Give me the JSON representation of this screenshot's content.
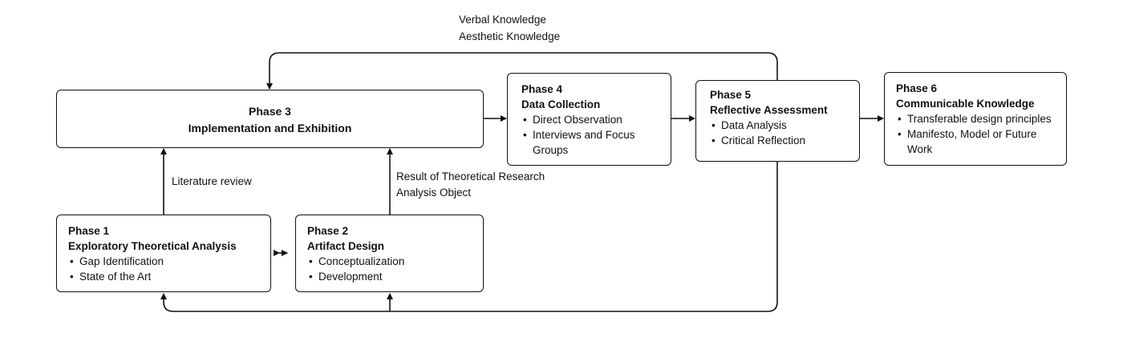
{
  "diagram": {
    "top_loop_labels": [
      "Verbal Knowledge",
      "Aesthetic Knowledge"
    ],
    "literature_review_label": "Literature review",
    "theoretical_result_labels": [
      "Result of Theoretical Research",
      "Analysis Object"
    ],
    "phase3": {
      "title": "Phase 3",
      "subtitle": "Implementation and Exhibition"
    },
    "phase1": {
      "title": "Phase 1",
      "subtitle": "Exploratory Theoretical Analysis",
      "items": [
        "Gap Identification",
        "State of the Art"
      ]
    },
    "phase2": {
      "title": "Phase 2",
      "subtitle": "Artifact Design",
      "items": [
        "Conceptualization",
        "Development"
      ]
    },
    "phase4": {
      "title": "Phase 4",
      "subtitle": "Data Collection",
      "items": [
        "Direct Observation",
        "Interviews and Focus Groups"
      ]
    },
    "phase5": {
      "title": "Phase 5",
      "subtitle": "Reflective Assessment",
      "items": [
        "Data Analysis",
        "Critical Reflection"
      ]
    },
    "phase6": {
      "title": "Phase 6",
      "subtitle": "Communicable Knowledge",
      "items": [
        "Transferable design principles",
        "Manifesto, Model or Future Work"
      ]
    }
  }
}
